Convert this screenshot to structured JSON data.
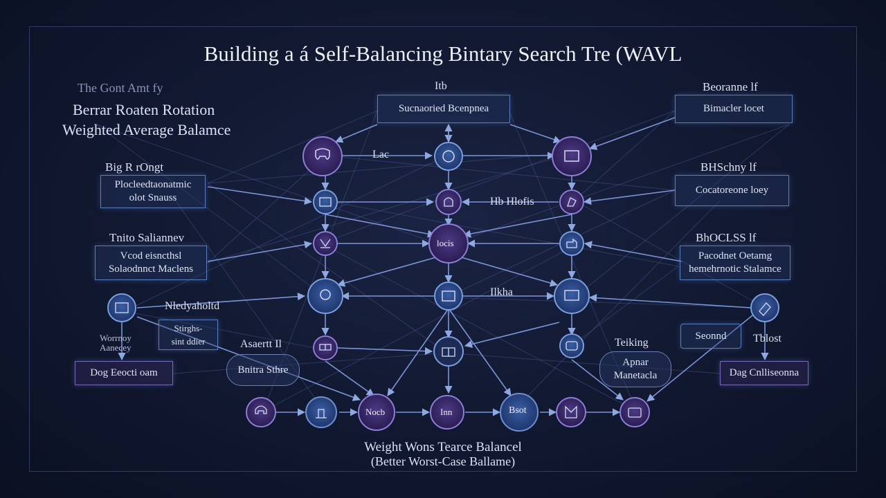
{
  "title": "Building a á Self-Balancing Bintary Search Tre (WAVL",
  "subtitle_faded": "The Gont Amt fy",
  "left_heading_1": "Berrar Roaten Rotation",
  "left_heading_2": "Weighted Average Balamce",
  "top_center_label": "Itb",
  "top_center_box": "Sucnaoried Bcenpnea",
  "top_right_label": "Beoranne lf",
  "top_right_box": "Bimacler locet",
  "left_label_1": "Big R rOngt",
  "left_box_1": "Plocleedtaonatmic\nolot Snauss",
  "right_label_1": "BHSchny lf",
  "right_box_1": "Cocatoreone loey",
  "left_label_2": "Tnito Saliannev",
  "left_box_2": "Vcod eisncthsl\nSolaodnnct Maclens",
  "right_label_2": "BhOCLSS lf",
  "right_box_2": "Pacodnet Oetamg\nhemehrnotic Stalamce",
  "mid_left_label": "Nledyaholtd",
  "small_box": "Stirghs-\nsint ddier",
  "worm_label": "Worrnoy\nAanecey",
  "bottom_left_box": "Dog Eeocti oam",
  "assert_label": "Asaertt Il",
  "pill_left": "Bnitra Sthre",
  "talking_label": "Teiking",
  "pill_right": "Apnar\nManetacla",
  "secnd_box": "Seonnd",
  "tlost_label": "Tblost",
  "bottom_right_box": "Dag Cnlliseonna",
  "edge_lac": "Lac",
  "edge_hb": "Hb Hlofis",
  "edge_ilkha": "Ilkha",
  "node_center_text": "locis",
  "bottom_nodes": [
    "Nocb",
    "Inn",
    "Bsot"
  ],
  "bottom_caption_1": "Weight Wons Tearce Balancel",
  "bottom_caption_2": "(Better Worst-Case Ballame)",
  "node_icons": [
    "tooth-icon",
    "circle-icon",
    "window-icon",
    "list-icon",
    "bag-icon",
    "flag-icon",
    "check-icon",
    "card-icon",
    "clock-icon",
    "gift-icon",
    "headphones-icon",
    "person-icon",
    "bookmark-icon",
    "cloud-icon"
  ],
  "colors": {
    "background": "#121a33",
    "node_blue": "#2b4a86",
    "node_purple": "#3a2b66",
    "stroke_blue": "#5a86cc",
    "stroke_purple": "#8a77d0"
  }
}
